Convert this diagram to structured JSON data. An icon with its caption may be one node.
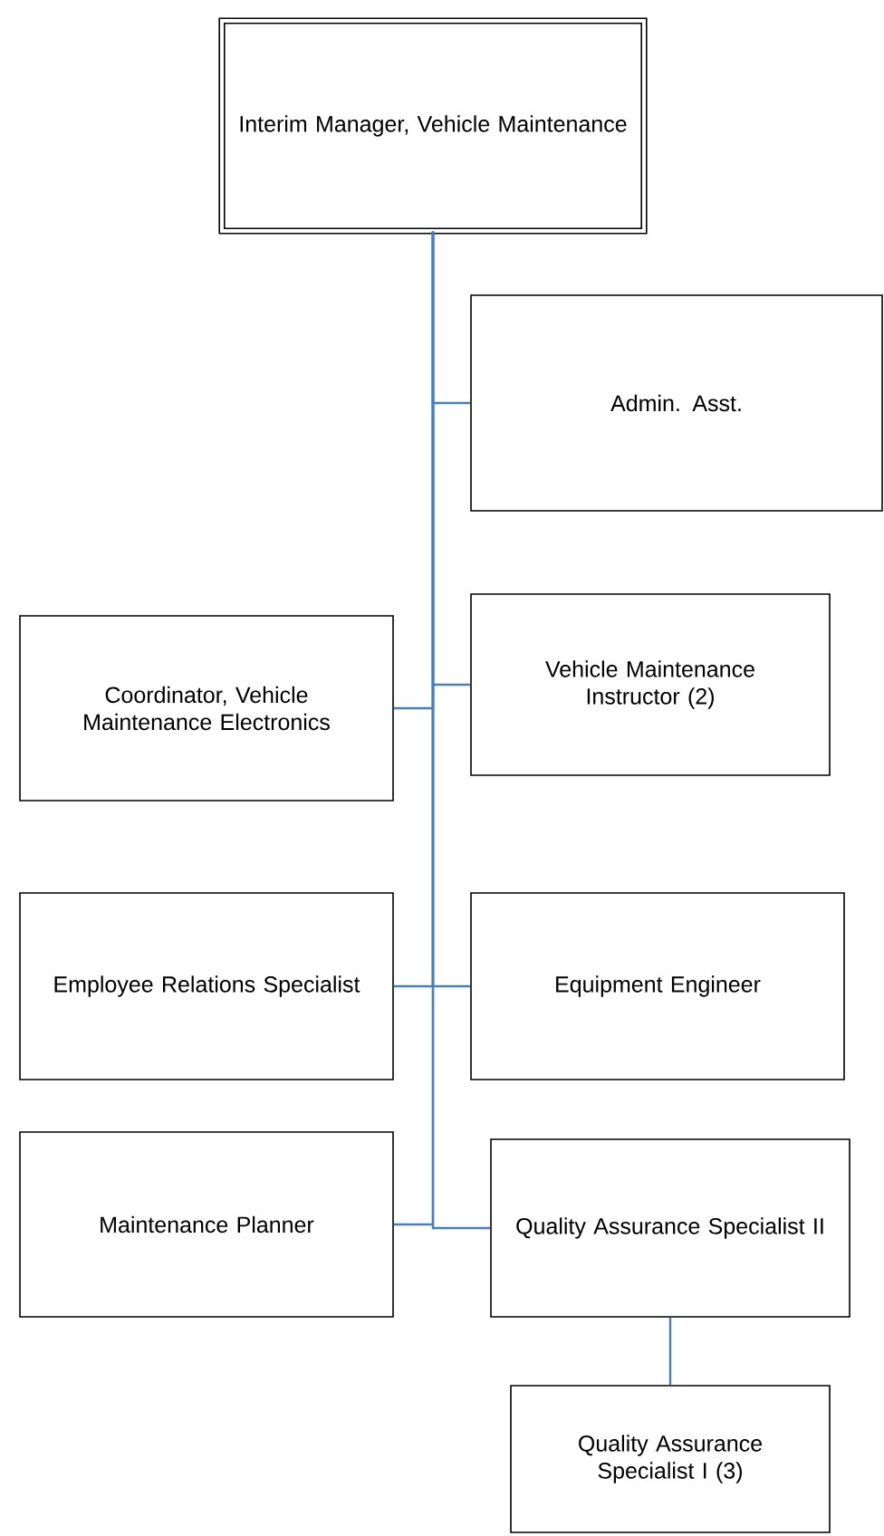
{
  "diagram": {
    "nodes": [
      {
        "text": [
          "Interim Manager, Vehicle Maintenance"
        ]
      },
      {
        "text": [
          "Admin. Asst."
        ]
      },
      {
        "text": [
          "Coordinator, Vehicle Maintenance Electronics"
        ]
      },
      {
        "text": [
          "Vehicle Maintenance Instructor (2)"
        ]
      },
      {
        "text": [
          "Employee Relations Specialist"
        ]
      },
      {
        "text": [
          "Equipment Engineer"
        ]
      },
      {
        "text": [
          "Maintenance Planner"
        ]
      },
      {
        "text": [
          "Quality Assurance Specialist II"
        ]
      },
      {
        "text": [
          "Quality Assurance Specialist I (3)"
        ]
      }
    ],
    "edges": [
      {
        "from": 0,
        "to": 1,
        "arrow": "none"
      },
      {
        "from": 0,
        "to": 2,
        "arrow": "none"
      },
      {
        "from": 0,
        "to": 3,
        "arrow": "none"
      },
      {
        "from": 0,
        "to": 4,
        "arrow": "none"
      },
      {
        "from": 0,
        "to": 5,
        "arrow": "none"
      },
      {
        "from": 0,
        "to": 6,
        "arrow": "none"
      },
      {
        "from": 0,
        "to": 7,
        "arrow": "none"
      },
      {
        "from": 7,
        "to": 8,
        "arrow": "none"
      }
    ]
  }
}
